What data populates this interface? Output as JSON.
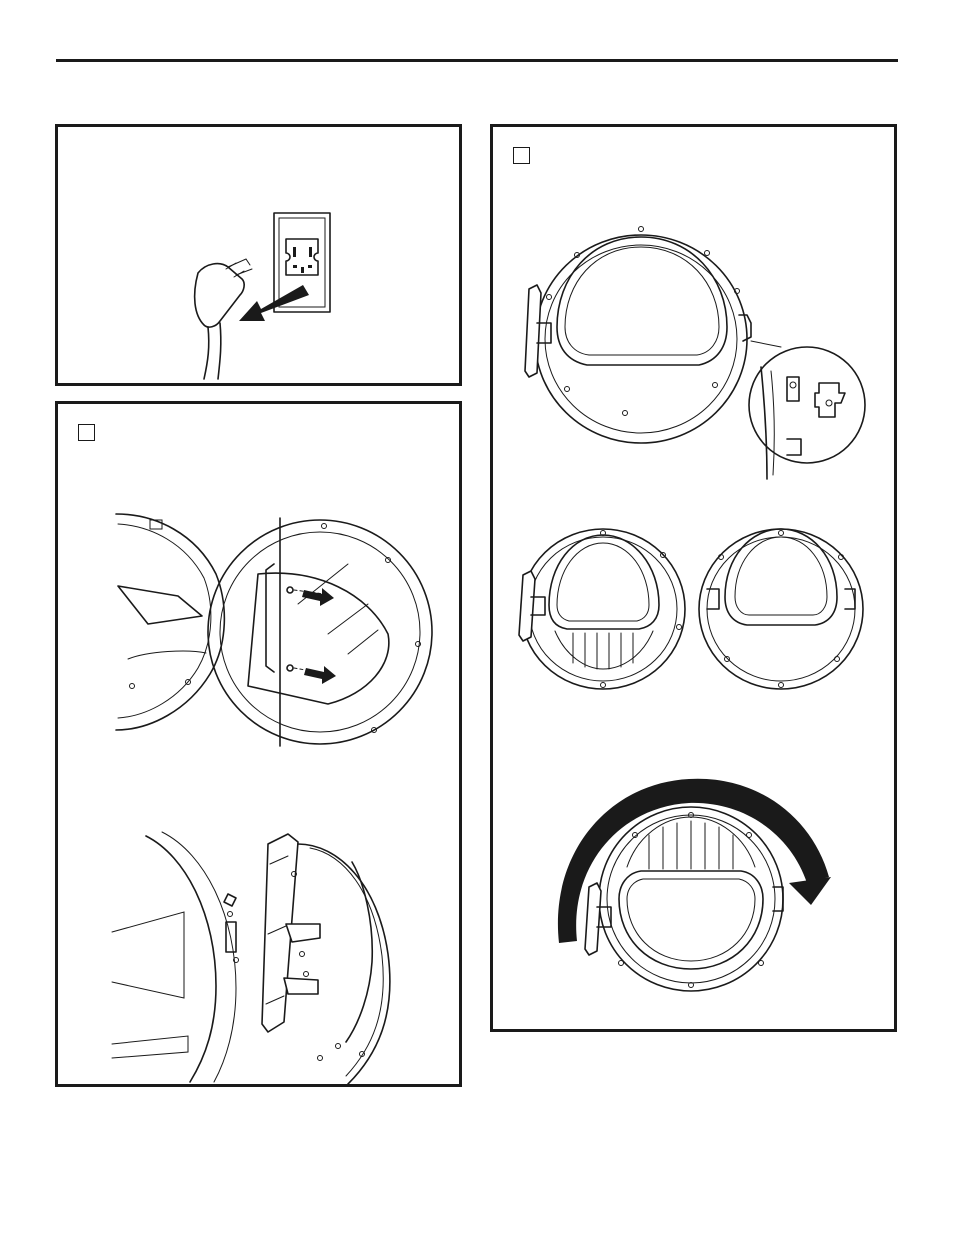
{
  "page": {
    "panels": [
      {
        "id": "unplug",
        "step_marker": false
      },
      {
        "id": "remove-door",
        "step_marker": true
      },
      {
        "id": "reverse-door",
        "step_marker": true
      }
    ]
  },
  "colors": {
    "line": "#1a1a1a",
    "background": "#ffffff"
  },
  "icons": [
    "power-plug-icon",
    "wall-outlet-icon",
    "pull-arrow-icon",
    "screw-icon",
    "rotate-arrow-icon"
  ]
}
